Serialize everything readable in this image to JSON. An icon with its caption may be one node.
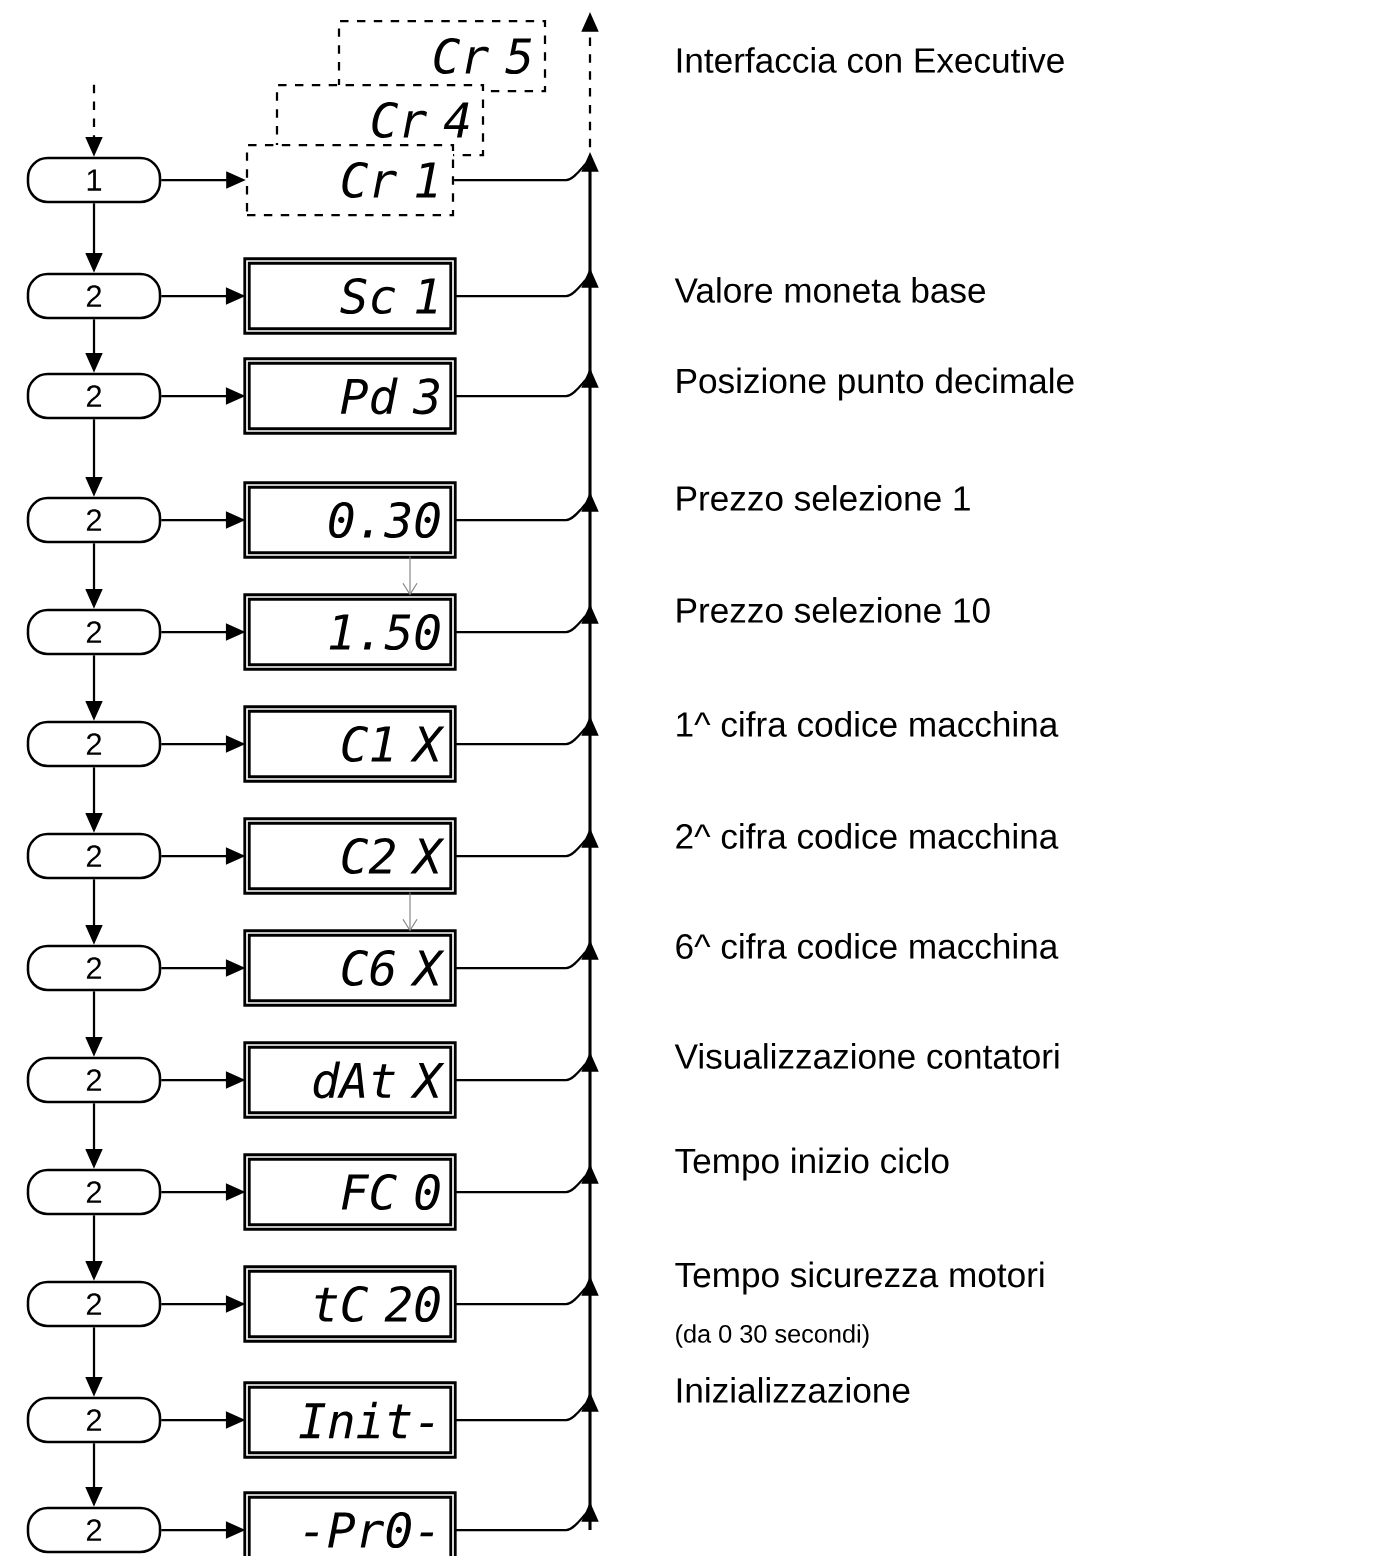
{
  "diagram": {
    "nodes": [
      {
        "text": [
          "Cr 5"
        ]
      },
      {
        "text": [
          "Cr 4"
        ]
      },
      {
        "text": [
          "1"
        ]
      },
      {
        "text": [
          "Cr 1"
        ]
      },
      {
        "text": [
          "2"
        ]
      },
      {
        "text": [
          "Sc 1"
        ]
      },
      {
        "text": [
          "2"
        ]
      },
      {
        "text": [
          "Pd 3"
        ]
      },
      {
        "text": [
          "2"
        ]
      },
      {
        "text": [
          "0.30"
        ]
      },
      {
        "text": [
          "2"
        ]
      },
      {
        "text": [
          "1.50"
        ]
      },
      {
        "text": [
          "2"
        ]
      },
      {
        "text": [
          "C1 X"
        ]
      },
      {
        "text": [
          "2"
        ]
      },
      {
        "text": [
          "C2 X"
        ]
      },
      {
        "text": [
          "2"
        ]
      },
      {
        "text": [
          "C6 X"
        ]
      },
      {
        "text": [
          "2"
        ]
      },
      {
        "text": [
          "dAt X"
        ]
      },
      {
        "text": [
          "2"
        ]
      },
      {
        "text": [
          "FC 0"
        ]
      },
      {
        "text": [
          "2"
        ]
      },
      {
        "text": [
          "tC 20"
        ]
      },
      {
        "text": [
          "2"
        ]
      },
      {
        "text": [
          "Init-"
        ]
      },
      {
        "text": [
          "2"
        ]
      },
      {
        "text": [
          "-Pr0-"
        ]
      }
    ],
    "edges": [
      {
        "from": null,
        "to": 2,
        "arrow": "to",
        "style": "dashed"
      },
      {
        "from": 2,
        "to": 3,
        "arrow": "to"
      },
      {
        "from": 2,
        "to": 4,
        "arrow": "to"
      },
      {
        "from": 4,
        "to": 5,
        "arrow": "to"
      },
      {
        "from": 4,
        "to": 6,
        "arrow": "to"
      },
      {
        "from": 6,
        "to": 7,
        "arrow": "to"
      },
      {
        "from": 6,
        "to": 8,
        "arrow": "to"
      },
      {
        "from": 8,
        "to": 9,
        "arrow": "to"
      },
      {
        "from": 8,
        "to": 10,
        "arrow": "to"
      },
      {
        "from": 10,
        "to": 11,
        "arrow": "to"
      },
      {
        "from": 10,
        "to": 12,
        "arrow": "to"
      },
      {
        "from": 12,
        "to": 13,
        "arrow": "to"
      },
      {
        "from": 12,
        "to": 14,
        "arrow": "to"
      },
      {
        "from": 14,
        "to": 15,
        "arrow": "to"
      },
      {
        "from": 14,
        "to": 16,
        "arrow": "to"
      },
      {
        "from": 16,
        "to": 17,
        "arrow": "to"
      },
      {
        "from": 16,
        "to": 18,
        "arrow": "to"
      },
      {
        "from": 18,
        "to": 19,
        "arrow": "to"
      },
      {
        "from": 18,
        "to": 20,
        "arrow": "to"
      },
      {
        "from": 20,
        "to": 21,
        "arrow": "to"
      },
      {
        "from": 20,
        "to": 22,
        "arrow": "to"
      },
      {
        "from": 22,
        "to": 23,
        "arrow": "to"
      },
      {
        "from": 22,
        "to": 24,
        "arrow": "to"
      },
      {
        "from": 24,
        "to": 25,
        "arrow": "to"
      },
      {
        "from": 24,
        "to": 26,
        "arrow": "to"
      },
      {
        "from": 26,
        "to": 27,
        "arrow": "to"
      },
      {
        "from": 9,
        "to": 11,
        "arrow": "to",
        "color": "#808080"
      },
      {
        "from": 15,
        "to": 17,
        "arrow": "to",
        "color": "#808080"
      },
      {
        "from": 3,
        "to": null,
        "arrow": "to"
      },
      {
        "from": 5,
        "to": null,
        "arrow": "to"
      },
      {
        "from": 7,
        "to": null,
        "arrow": "to"
      },
      {
        "from": 9,
        "to": null,
        "arrow": "to"
      },
      {
        "from": 11,
        "to": null,
        "arrow": "to"
      },
      {
        "from": 13,
        "to": null,
        "arrow": "to"
      },
      {
        "from": 15,
        "to": null,
        "arrow": "to"
      },
      {
        "from": 17,
        "to": null,
        "arrow": "to"
      },
      {
        "from": 19,
        "to": null,
        "arrow": "to"
      },
      {
        "from": 21,
        "to": null,
        "arrow": "to"
      },
      {
        "from": 23,
        "to": null,
        "arrow": "to"
      },
      {
        "from": 25,
        "to": null,
        "arrow": "to"
      },
      {
        "from": 27,
        "to": null,
        "arrow": "to"
      }
    ],
    "labels": [
      "Interfaccia con Executive",
      "Valore moneta base",
      "Posizione punto decimale",
      "Prezzo selezione 1",
      "Prezzo selezione 10",
      "1^ cifra codice macchina",
      "2^ cifra codice macchina",
      "6^ cifra codice macchina",
      "Visualizzazione contatori",
      "Tempo inizio ciclo",
      "Tempo sicurezza motori",
      "(da 0 30 secondi)",
      "Inizializzazione"
    ]
  }
}
